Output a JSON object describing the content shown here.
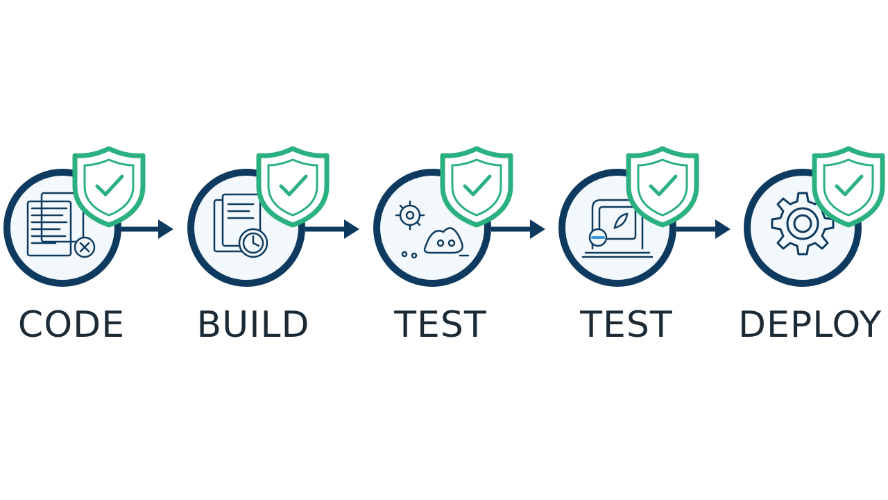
{
  "colors": {
    "ring": "#0f3a5f",
    "shield": "#2bb07f",
    "icon": "#0f3a5f",
    "label": "#1c2a36",
    "circle_fill": "#f2f8fb"
  },
  "stages": [
    {
      "label": "CODE",
      "icon": "code-screen-icon",
      "badge": "shield-check-icon"
    },
    {
      "label": "BUILD",
      "icon": "build-docs-icon",
      "badge": "shield-check-icon"
    },
    {
      "label": "TEST",
      "icon": "test-gears-icon",
      "badge": "shield-check-icon"
    },
    {
      "label": "TEST",
      "icon": "test-monitor-icon",
      "badge": "shield-check-icon"
    },
    {
      "label": "DEPLOY",
      "icon": "deploy-gear-icon",
      "badge": "shield-check-icon"
    }
  ],
  "connectors": [
    "arrow-right-icon",
    "arrow-right-icon",
    "arrow-right-icon",
    "arrow-right-icon"
  ]
}
